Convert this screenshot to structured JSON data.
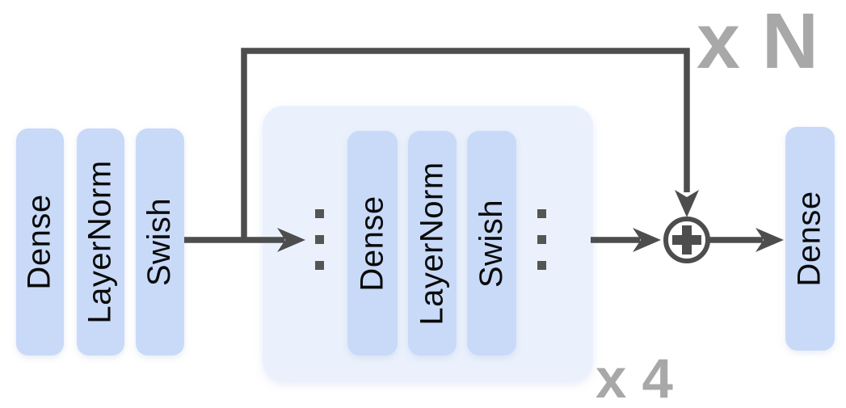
{
  "diagram": {
    "colors": {
      "block_fill": "#c8daf8",
      "container_fill": "#eaf1fc",
      "arrow": "#4d4d4d",
      "multiplier_text": "#a8a8a8",
      "block_text": "#0a0a0a",
      "dots": "#555555"
    },
    "input_stack": {
      "blocks": [
        "Dense",
        "LayerNorm",
        "Swish"
      ]
    },
    "repeated_group": {
      "blocks": [
        "Dense",
        "LayerNorm",
        "Swish"
      ],
      "repeat_label": "x 4"
    },
    "outer_loop": {
      "repeat_label": "x N"
    },
    "output_block": "Dense",
    "add_node": {
      "symbol": "+"
    }
  }
}
